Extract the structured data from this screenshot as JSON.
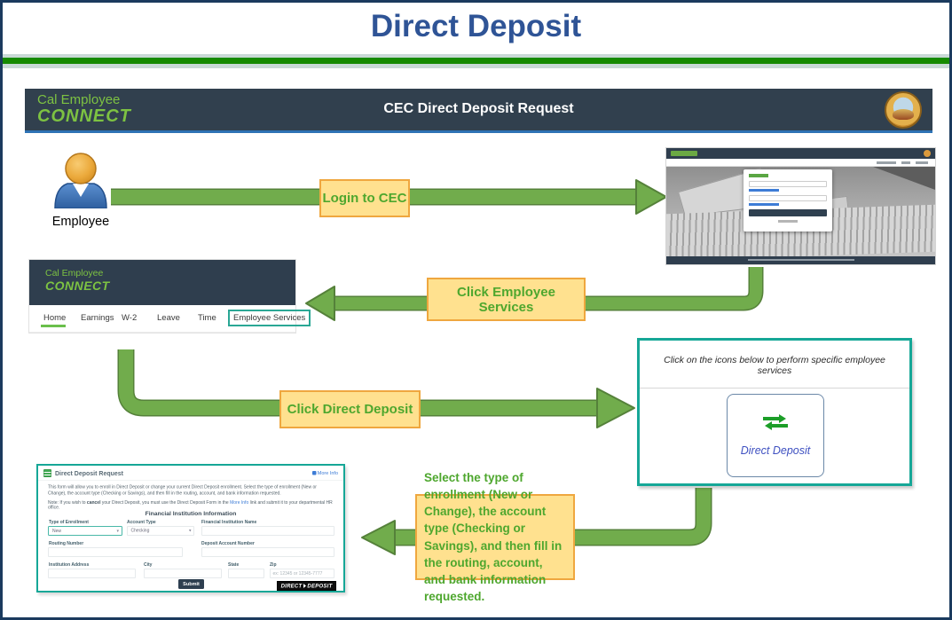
{
  "page": {
    "title": "Direct Deposit"
  },
  "cec_header": {
    "logo_line1": "Cal Employee",
    "logo_line2": "CONNECT",
    "title": "CEC Direct Deposit Request"
  },
  "flow": {
    "employee_label": "Employee",
    "steps": {
      "login": "Login to CEC",
      "employee_services": "Click Employee Services",
      "direct_deposit": "Click Direct Deposit",
      "enrollment": "Select the type of enrollment (New or Change), the account type (Checking or Savings), and then fill in the routing, account, and bank information requested."
    }
  },
  "nav_screenshot": {
    "logo_line1": "Cal Employee",
    "logo_line2": "CONNECT",
    "tabs": [
      "Home",
      "Earnings",
      "W-2",
      "Leave",
      "Time",
      "Employee Services"
    ]
  },
  "services_panel": {
    "instruction": "Click on the icons below to perform specific employee services",
    "card_label": "Direct Deposit"
  },
  "form": {
    "title": "Direct Deposit Request",
    "more_info": "More Info",
    "intro": "This form will allow you to enroll in Direct Deposit or change your current Direct Deposit enrollment. Select the type of enrollment (New or Change), the account type (Checking or Savings), and then fill in the routing, account, and bank information requested.",
    "note_prefix": "Note: If you wish to ",
    "note_bold": "cancel",
    "note_mid": " your Direct Deposit, you must use the Direct Deposit Form in the ",
    "note_link": "More Info",
    "note_suffix": " link and submit it to your departmental HR office.",
    "section_title": "Financial Institution Information",
    "fields": {
      "type_of_enrollment": {
        "label": "Type of Enrollment",
        "value": "New"
      },
      "account_type": {
        "label": "Account Type",
        "value": "Checking"
      },
      "financial_institution_name": {
        "label": "Financial Institution Name"
      },
      "routing_number": {
        "label": "Routing Number"
      },
      "deposit_account_number": {
        "label": "Deposit Account Number"
      },
      "institution_address": {
        "label": "Institution Address"
      },
      "city": {
        "label": "City"
      },
      "state": {
        "label": "State"
      },
      "zip": {
        "label": "Zip",
        "placeholder": "ex: 12345 or 12345-7777"
      }
    },
    "submit_label": "Submit",
    "logo_word1": "DIRECT",
    "logo_word2": "DEPOSIT"
  },
  "colors": {
    "outer_border": "#1B3A5E",
    "title_blue": "#2F5496",
    "divider_green": "#168A00",
    "divider_band": "#C9D9D6",
    "header_bg": "#31404E",
    "logo_green": "#7DC242",
    "arrow_green": "#71AC4C",
    "arrow_outline": "#55813A",
    "label_bg": "#FFE18F",
    "label_border": "#EFA73F",
    "label_text": "#4EA72E",
    "teal_border": "#16A797",
    "link_blue": "#3D7CD6",
    "direct_deposit_blue": "#3F51C1"
  }
}
